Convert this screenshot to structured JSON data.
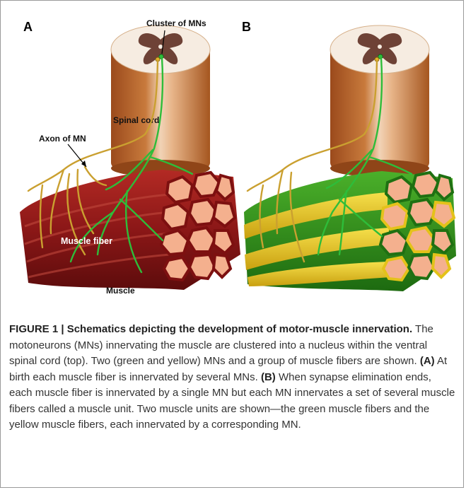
{
  "figure": {
    "panel_a": "A",
    "panel_b": "B",
    "labels": {
      "cluster": "Cluster of MNs",
      "spinal_cord": "Spinal cord",
      "axon": "Axon of MN",
      "muscle_fiber": "Muscle fiber",
      "muscle": "Muscle"
    },
    "colors": {
      "cord_outer": "#b9622a",
      "cord_light": "#efc7a4",
      "gray_matter": "#7a4a3a",
      "muscle_red": "#8e1a1a",
      "muscle_green": "#2e8a1a",
      "muscle_yellow": "#e4c21a",
      "fiber_section": "#f4b08e",
      "axon_green": "#2ebd3a",
      "axon_yellow": "#caa030"
    }
  },
  "caption": {
    "title": "FIGURE 1 | Schematics depicting the development of motor-muscle innervation.",
    "intro": " The motoneurons (MNs) innervating the muscle are clustered into a nucleus within the ventral spinal cord (top). Two (green and yellow) MNs and a group of muscle fibers are shown. ",
    "ref_a": "(A)",
    "text_a": " At birth each muscle fiber is innervated by several MNs. ",
    "ref_b": "(B)",
    "text_b": " When synapse elimination ends, each muscle fiber is innervated by a single MN but each MN innervates a set of several muscle fibers called a muscle unit. Two muscle units are shown—the green muscle fibers and the yellow muscle fibers, each innervated by a corresponding MN."
  }
}
